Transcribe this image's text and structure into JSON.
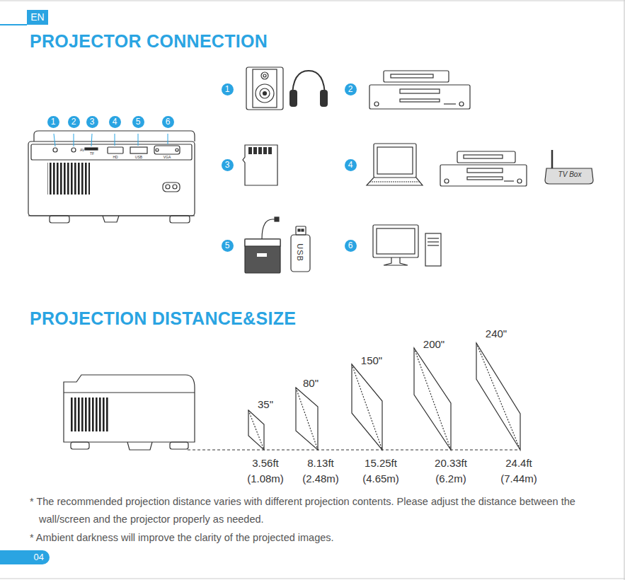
{
  "diagram": {
    "title": "PROJECTOR CONNECTION",
    "nodes": [
      {
        "text": [
          "EN"
        ]
      },
      {
        "text": [
          "04"
        ]
      }
    ],
    "labels": [
      "PROJECTION DISTANCE&SIZE",
      "1",
      "2",
      "3",
      "4",
      "5",
      "6",
      "AV",
      "TF",
      "HD",
      "USB",
      "VGA",
      "1",
      "2",
      "3",
      "4",
      "5",
      "6",
      "TV Box",
      "USB",
      "35\"",
      "80\"",
      "150\"",
      "200\"",
      "240\"",
      "3.56ft",
      "(1.08m)",
      "8.13ft",
      "(2.48m)",
      "15.25ft",
      "(4.65m)",
      "20.33ft",
      "(6.2m)",
      "24.4ft",
      "(7.44m)",
      "* The recommended projection distance varies with different projection contents. Please adjust the distance between the wall/screen and the projector properly as needed.",
      "* Ambient darkness will improve the clarity of the projected images."
    ]
  }
}
